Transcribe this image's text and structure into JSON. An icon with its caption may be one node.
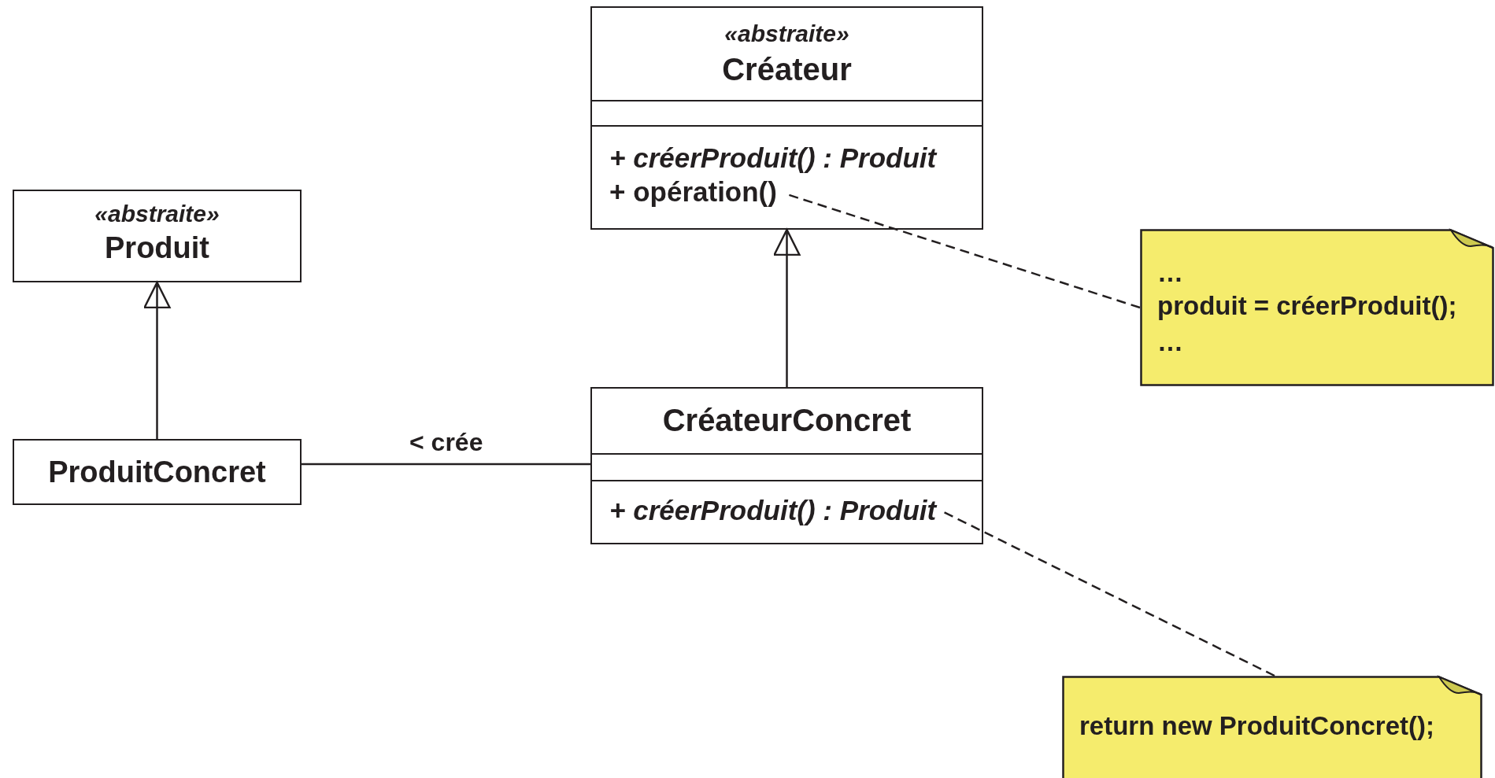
{
  "diagram": {
    "nodes": [
      {
        "text": [
          "«abstraite»",
          "Produit"
        ]
      },
      {
        "text": [
          "ProduitConcret"
        ]
      },
      {
        "text": [
          "«abstraite»",
          "Créateur",
          "+ créerProduit() : Produit",
          "+ opération()"
        ]
      },
      {
        "text": [
          "CréateurConcret",
          "+ créerProduit() : Produit"
        ]
      },
      {
        "text": [
          "…",
          "produit = créerProduit();",
          "…"
        ]
      },
      {
        "text": [
          "return new ProduitConcret();"
        ]
      }
    ],
    "edges": [
      {
        "from": 1,
        "to": 0,
        "arrow": "to"
      },
      {
        "from": 3,
        "to": 2,
        "arrow": "to"
      },
      {
        "from": 1,
        "to": 3,
        "arrow": "none",
        "label": "< crée"
      },
      {
        "from": 4,
        "to": 2,
        "arrow": "none",
        "style": "dashed"
      },
      {
        "from": 5,
        "to": 3,
        "arrow": "none",
        "style": "dashed"
      }
    ]
  }
}
